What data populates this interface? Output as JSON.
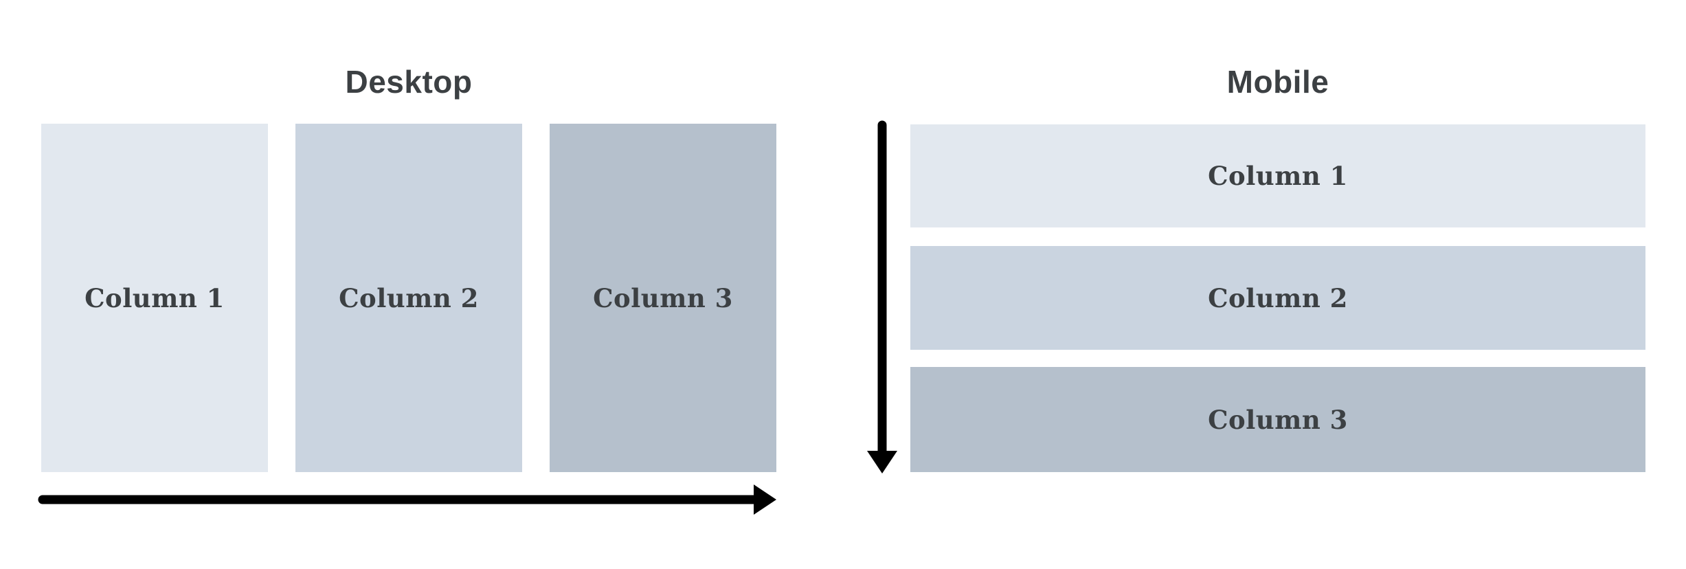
{
  "diagram": {
    "desktop": {
      "title": "Desktop",
      "columns": [
        {
          "label": "Column 1",
          "color": "#e2e8ef"
        },
        {
          "label": "Column 2",
          "color": "#cad4e0"
        },
        {
          "label": "Column 3",
          "color": "#b5c0cc"
        }
      ],
      "arrow_icon": "right-arrow-icon"
    },
    "mobile": {
      "title": "Mobile",
      "rows": [
        {
          "label": "Column 1",
          "color": "#e2e8ef"
        },
        {
          "label": "Column 2",
          "color": "#cad4e0"
        },
        {
          "label": "Column 3",
          "color": "#b5c0cc"
        }
      ],
      "arrow_icon": "down-arrow-icon"
    },
    "colors": {
      "text": "#3c4043",
      "arrow": "#000000",
      "background": "#ffffff"
    }
  }
}
